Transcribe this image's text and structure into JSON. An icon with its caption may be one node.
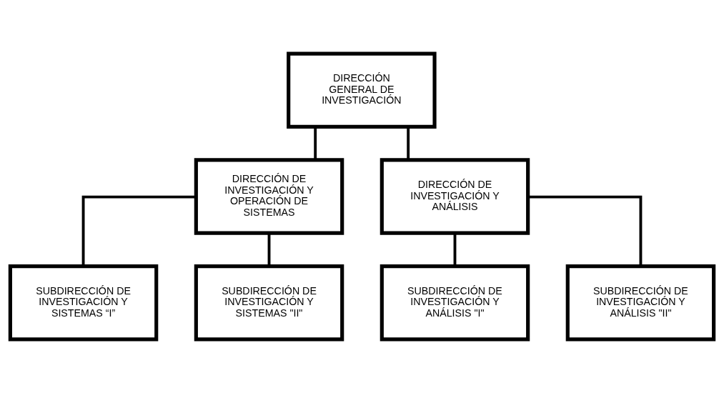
{
  "diagram": {
    "nodes": [
      {
        "text": [
          "DIRECCIÓN GENERAL DE INVESTIGACIÓN"
        ]
      },
      {
        "text": [
          "DIRECCIÓN DE INVESTIGACIÓN Y OPERACIÓN DE SISTEMAS"
        ]
      },
      {
        "text": [
          "DIRECCIÓN DE INVESTIGACIÓN Y ANÁLISIS"
        ]
      },
      {
        "text": [
          "SUBDIRECCIÓN DE INVESTIGACIÓN Y SISTEMAS “I”"
        ]
      },
      {
        "text": [
          "SUBDIRECCIÓN DE INVESTIGACIÓN Y SISTEMAS \"II\""
        ]
      },
      {
        "text": [
          "SUBDIRECCIÓN DE INVESTIGACIÓN Y ANÁLISIS \"I\""
        ]
      },
      {
        "text": [
          "SUBDIRECCIÓN DE INVESTIGACIÓN Y ANÁLISIS \"II\""
        ]
      }
    ],
    "edges": [
      {
        "from": 0,
        "to": 1,
        "arrow": "none"
      },
      {
        "from": 0,
        "to": 2,
        "arrow": "none"
      },
      {
        "from": 1,
        "to": 3,
        "arrow": "none"
      },
      {
        "from": 1,
        "to": 4,
        "arrow": "none"
      },
      {
        "from": 2,
        "to": 5,
        "arrow": "none"
      },
      {
        "from": 2,
        "to": 6,
        "arrow": "none"
      }
    ]
  }
}
